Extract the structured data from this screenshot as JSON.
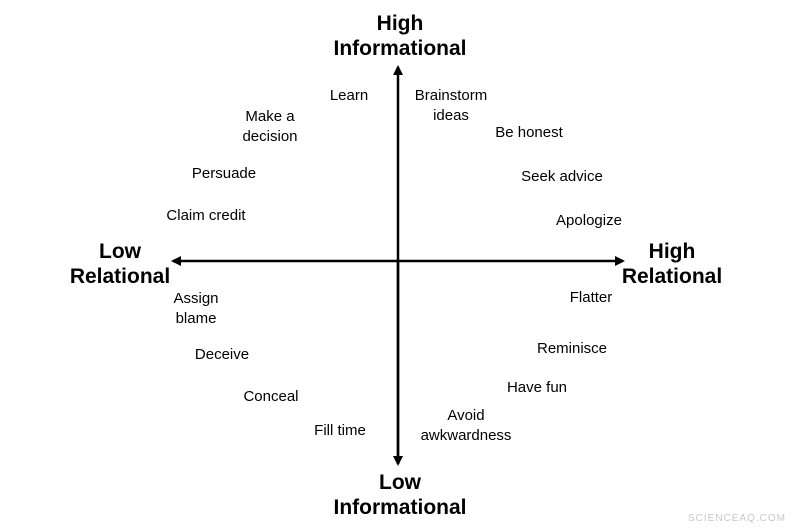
{
  "axes": {
    "top": [
      "High",
      "Informational"
    ],
    "bottom": [
      "Low",
      "Informational"
    ],
    "left": [
      "Low",
      "Relational"
    ],
    "right": [
      "High",
      "Relational"
    ]
  },
  "terms": {
    "learn": [
      "Learn"
    ],
    "make_a_decision": [
      "Make a",
      "decision"
    ],
    "persuade": [
      "Persuade"
    ],
    "claim_credit": [
      "Claim credit"
    ],
    "brainstorm_ideas": [
      "Brainstorm",
      "ideas"
    ],
    "be_honest": [
      "Be honest"
    ],
    "seek_advice": [
      "Seek advice"
    ],
    "apologize": [
      "Apologize"
    ],
    "assign_blame": [
      "Assign",
      "blame"
    ],
    "deceive": [
      "Deceive"
    ],
    "conceal": [
      "Conceal"
    ],
    "fill_time": [
      "Fill time"
    ],
    "flatter": [
      "Flatter"
    ],
    "reminisce": [
      "Reminisce"
    ],
    "have_fun": [
      "Have fun"
    ],
    "avoid_awkwardness": [
      "Avoid",
      "awkwardness"
    ]
  },
  "watermark": "SCIENCEAQ.COM",
  "colors": {
    "axis": "#000000",
    "text": "#000000",
    "watermark": "#c8c8c8"
  }
}
